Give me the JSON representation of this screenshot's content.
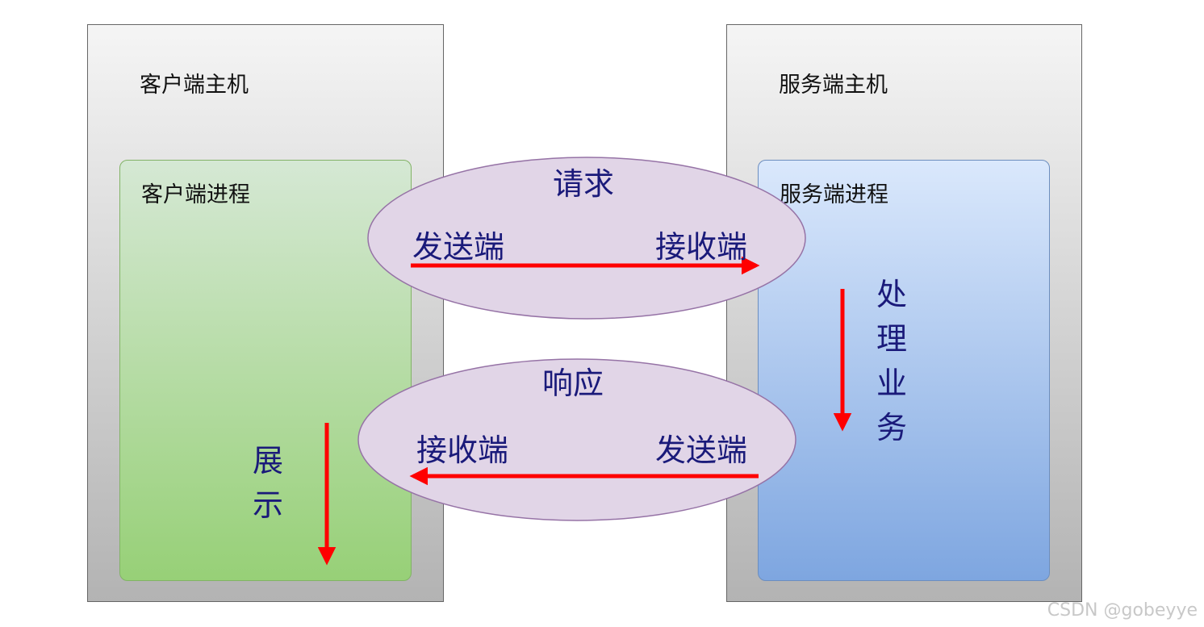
{
  "client": {
    "host_title": "客户端主机",
    "process_title": "客户端进程",
    "display_label": "展示"
  },
  "server": {
    "host_title": "服务端主机",
    "process_title": "服务端进程",
    "process_label": "处理业务"
  },
  "request": {
    "title": "请求",
    "sender": "发送端",
    "receiver": "接收端"
  },
  "response": {
    "title": "响应",
    "receiver": "接收端",
    "sender": "发送端"
  },
  "colors": {
    "arrow": "#ff0000",
    "ellipse_fill": "#e1d5e7",
    "ellipse_stroke": "#9673a6",
    "label_text": "#1a1a7a"
  },
  "watermark": "CSDN @gobeyye"
}
